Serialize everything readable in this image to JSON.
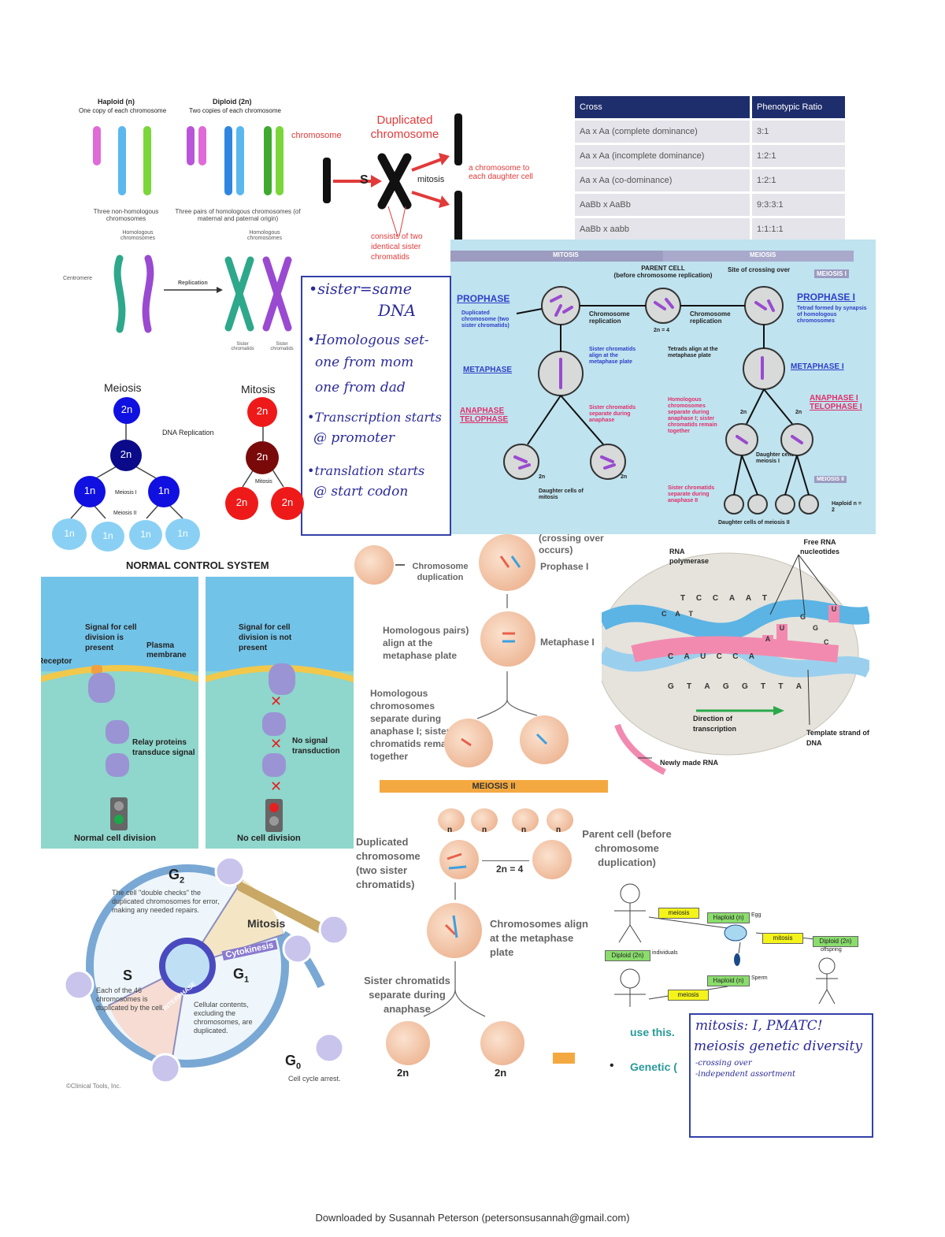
{
  "chromosomes": {
    "haploid_title": "Haploid (n)",
    "haploid_sub": "One copy of each chromosome",
    "diploid_title": "Diploid (2n)",
    "diploid_sub": "Two copies of each chromosome",
    "haploid_caption": "Three non-homologous chromosomes",
    "diploid_caption": "Three pairs of homologous chromosomes (of maternal and paternal origin)",
    "homologous_label_1": "Homologous chromosomes",
    "homologous_label_2": "Homologous chromosomes",
    "centromere": "Centromere",
    "replication": "Replication",
    "sister_1": "Sister chromatids",
    "sister_2": "Sister chromatids"
  },
  "duplicated": {
    "chromosome": "chromosome",
    "title": "Duplicated chromosome",
    "s": "S",
    "mitosis": "mitosis",
    "daughter": "a chromosome to each daughter cell",
    "consists": "consists of two identical sister chromatids"
  },
  "ratio_table": {
    "headers": [
      "Cross",
      "Phenotypic Ratio"
    ],
    "rows": [
      [
        "Aa x Aa (complete dominance)",
        "3:1"
      ],
      [
        "Aa x Aa (incomplete dominance)",
        "1:2:1"
      ],
      [
        "Aa x Aa (co-dominance)",
        "1:2:1"
      ],
      [
        "AaBb x AaBb",
        "9:3:3:1"
      ],
      [
        "AaBb x aabb",
        "1:1:1:1"
      ]
    ]
  },
  "note1": {
    "lines": [
      "•sister=same",
      "DNA",
      "•Homologous set-",
      "one from mom",
      "one from dad",
      "•Transcription starts",
      "@ promoter",
      "•translation starts",
      "@ start codon"
    ]
  },
  "meiosis_small": {
    "meiosis_title": "Meiosis",
    "mitosis_title": "Mitosis",
    "dna_replication": "DNA Replication",
    "meiosis_i": "Meiosis I",
    "meiosis_ii": "Meiosis II",
    "mitosis_lbl": "Mitosis",
    "m_2n_top": "2n",
    "m_2n_mid": "2n",
    "m_1n_a": "1n",
    "m_1n_b": "1n",
    "m_1n_c": "1n",
    "m_1n_d": "1n",
    "m_1n_e": "1n",
    "m_1n_f": "1n",
    "x_2n_top": "2n",
    "x_2n_mid": "2n",
    "x_2n_a": "2n",
    "x_2n_b": "2n"
  },
  "board": {
    "mitosis": "MITOSIS",
    "meiosis": "MEIOSIS",
    "parent_cell": "PARENT CELL",
    "parent_sub": "(before chromosome replication)",
    "site": "Site of crossing over",
    "meiosis_i": "MEIOSIS I",
    "prophase_l": "PROPHASE",
    "prophase_r": "PROPHASE I",
    "dup": "Duplicated chromosome (two sister chromatids)",
    "chrom_rep_l": "Chromosome replication",
    "chrom_rep_r": "Chromosome replication",
    "two_n": "2n = 4",
    "tetrad_formed": "Tetrad formed by synapsis of homologous chromosomes",
    "metaphase_l": "METAPHASE",
    "sister_align": "Sister chromatids align at the metaphase plate",
    "tetrads_align": "Tetrads align at the metaphase plate",
    "metaphase_r": "METAPHASE I",
    "anaphase_l": "ANAPHASE TELOPHASE",
    "sister_sep": "Sister chromatids separate during anaphase",
    "homol_sep": "Homologous chromosomes separate during anaphase I; sister chromatids remain together",
    "anaphase_r": "ANAPHASE I TELOPHASE I",
    "n2a": "2n",
    "n2b": "2n",
    "n2c": "2n",
    "n2d": "2n",
    "daughter_cells_i": "Daughter cells of meiosis I",
    "meiosis_ii": "MEIOSIS II",
    "daughter_mitosis": "Daughter cells of mitosis",
    "sister_sep_ii": "Sister chromatids separate during anaphase II",
    "haploid": "Haploid n = 2",
    "daughter_meiosis_ii": "Daughter cells of meiosis II"
  },
  "control": {
    "title": "NORMAL CONTROL SYSTEM",
    "signal_present": "Signal for cell division is present",
    "plasma": "Plasma membrane",
    "receptor": "Receptor",
    "relay": "Relay proteins transduce signal",
    "normal": "Normal cell division",
    "signal_absent": "Signal for cell division is not present",
    "no_signal": "No signal transduction",
    "no_division": "No cell division"
  },
  "meiosis_flow": {
    "crossing": "(crossing over occurs)",
    "chrom_dup": "Chromosome duplication",
    "prophase": "Prophase I",
    "homol_align": "Homologous pairs) align at the metaphase plate",
    "metaphase": "Metaphase I",
    "homol_sep": "Homologous chromosomes separate during anaphase I; sister chromatids remain together",
    "meiosis_ii": "MEIOSIS II",
    "n1": "n",
    "n2": "n",
    "n3": "n",
    "n4": "n"
  },
  "mitosis_flow": {
    "dup": "Duplicated chromosome (two sister chromatids)",
    "parent": "Parent cell (before chromosome duplication)",
    "two_n": "2n = 4",
    "align": "Chromosomes align at the metaphase plate",
    "sister_sep": "Sister chromatids separate during anaphase",
    "n_left": "2n",
    "n_right": "2n"
  },
  "rna": {
    "polymerase": "RNA polymerase",
    "free_nuc": "Free RNA nucleotides",
    "direction": "Direction of transcription",
    "template": "Template strand of DNA",
    "newly": "Newly made RNA",
    "top_seq": [
      "T",
      "C",
      "C",
      "A",
      "A",
      "T"
    ],
    "side_seq": [
      "C",
      "A",
      "T"
    ],
    "rna_seq": [
      "C",
      "A",
      "U",
      "C",
      "C",
      "A"
    ],
    "bottom_seq": [
      "G",
      "T",
      "A",
      "G",
      "G",
      "T",
      "T",
      "A"
    ],
    "free_letters": [
      "A",
      "U",
      "G",
      "G",
      "C",
      "U"
    ]
  },
  "cycle": {
    "g2": "G",
    "g2_sub": "2",
    "g2_text": "The cell \"double checks\" the duplicated chromosomes for error, making any needed repairs.",
    "mitosis": "Mitosis",
    "cytokinesis": "Cytokinesis",
    "s": "S",
    "s_text": "Each of the 46 chromosomes is duplicated by the cell.",
    "interphase": "INTERPHASE",
    "g1": "G",
    "g1_sub": "1",
    "g1_text": "Cellular contents, excluding the chromosomes, are duplicated.",
    "g0": "G",
    "g0_sub": "0",
    "g0_text": "Cell cycle arrest.",
    "credit": "©Clinical Tools, Inc."
  },
  "lifecycle": {
    "meiosis1": "meiosis",
    "haploid_egg": "Haploid (n)",
    "egg": "Egg",
    "mitosis": "mitosis",
    "diploid_off": "Diploid (2n)",
    "offspring": "offspring",
    "diploid_ind": "Diploid (2n)",
    "individuals": "individuals",
    "haploid_sperm": "Haploid (n)",
    "sperm": "Sperm",
    "meiosis2": "meiosis"
  },
  "bullets": {
    "use_this": "use this.",
    "genetic": "Genetic ("
  },
  "note2": {
    "l1": "mitosis: I, PMATC!",
    "l2": "meiosis genetic diversity",
    "l3": "-crossing over",
    "l4": "-independent assortment"
  },
  "footer": "Downloaded by Susannah Peterson (petersonsusannah@gmail.com)"
}
